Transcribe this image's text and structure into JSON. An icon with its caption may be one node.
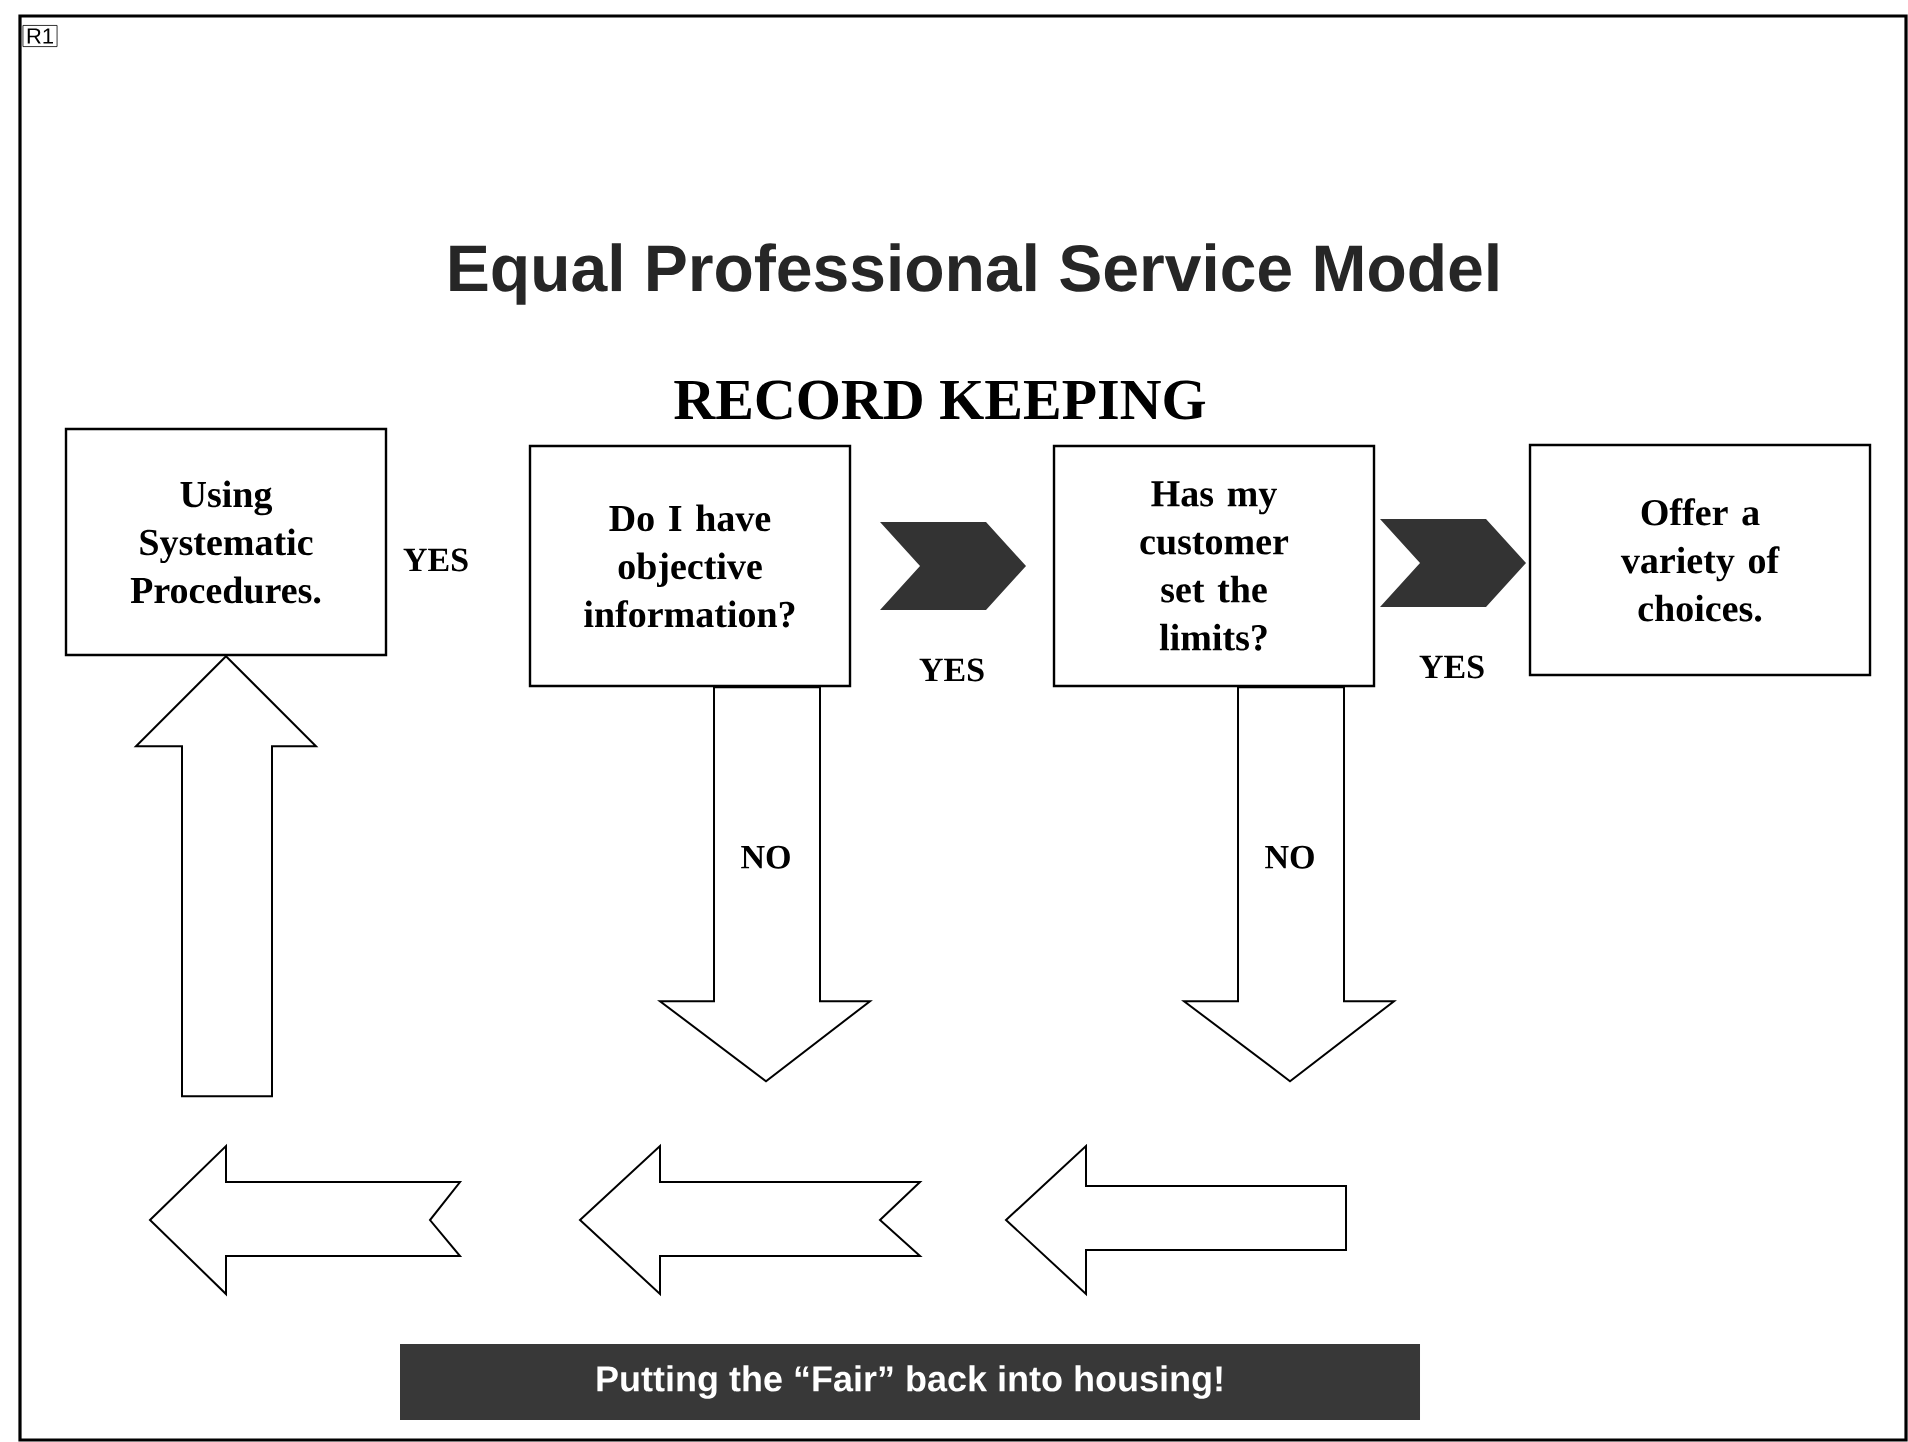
{
  "diagram": {
    "title": "Equal Professional Service Model",
    "nodes": [
      {
        "text": [
          "Using Systematic Procedures."
        ]
      },
      {
        "text": [
          "Do I have objective information?"
        ]
      },
      {
        "text": [
          "Has my customer set the limits?"
        ]
      },
      {
        "text": [
          "Offer a variety of choices."
        ]
      },
      {
        "text": [
          "Putting the “Fair” back into housing!"
        ]
      }
    ],
    "edges": [
      {
        "from": 1,
        "to": 2,
        "arrow": "to",
        "label": "YES"
      },
      {
        "from": 2,
        "to": 3,
        "arrow": "to",
        "label": "YES"
      },
      {
        "from": 1,
        "to": null,
        "arrow": "to",
        "label": "NO"
      },
      {
        "from": 2,
        "to": null,
        "arrow": "to",
        "label": "NO"
      },
      {
        "from": null,
        "to": 0,
        "arrow": "to"
      }
    ],
    "labels": [
      "R1",
      "RECORD KEEPING",
      "YES"
    ]
  }
}
